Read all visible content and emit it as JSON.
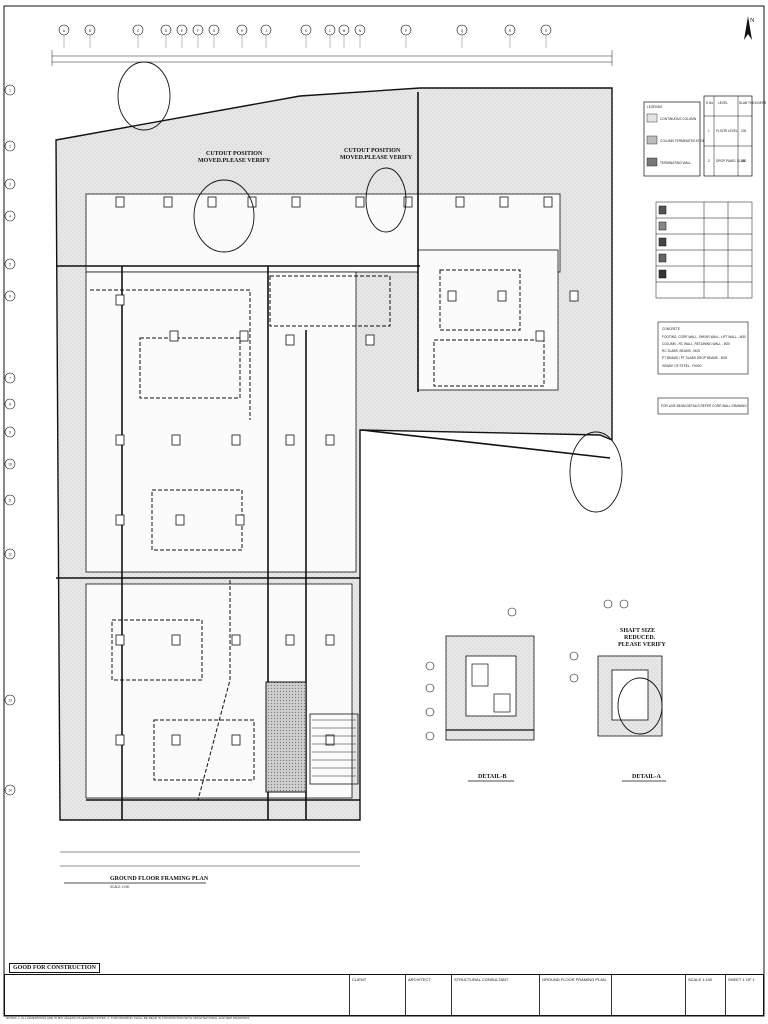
{
  "drawing": {
    "plan_title": "GROUND FLOOR FRAMING PLAN",
    "plan_scale": "SCALE 1:100",
    "stamp": "GOOD FOR CONSTRUCTION",
    "cutout_note_1": [
      "CUTOUT POSITION",
      "MOVED.PLEASE VERIFY"
    ],
    "cutout_note_2": [
      "CUTOUT POSITION",
      "MOVED.PLEASE VERIFY"
    ],
    "shaft_note": [
      "SHAFT SIZE",
      "REDUCED.",
      "PLEASE VERIFY"
    ],
    "detail_b": "DETAIL-B",
    "detail_a": "DETAIL-A",
    "grid_top": [
      "A",
      "B",
      "C",
      "D",
      "E",
      "F",
      "G",
      "H",
      "J",
      "K",
      "L",
      "M",
      "N",
      "P",
      "Q",
      "R",
      "S"
    ],
    "grid_left": [
      "1",
      "2",
      "3",
      "4",
      "5",
      "6",
      "7",
      "8",
      "9",
      "10",
      "11",
      "12",
      "13",
      "14"
    ]
  },
  "legend": {
    "title": "LEGENDS",
    "items": [
      "CONTINUOUS COLUMN",
      "COLUMN TERMINATES AT GROUND LEVEL",
      "TERMINATING WALL"
    ]
  },
  "level_table": {
    "headers": [
      "S.No",
      "LEVEL",
      "SLAB THICKNESS"
    ],
    "rows": [
      [
        "1",
        "FLOOR LEVEL",
        "200"
      ],
      [
        "2",
        "DROP PANEL SLAB",
        "250"
      ]
    ]
  },
  "notes": {
    "title": "CONCRETE",
    "lines": [
      "FOOTING, CORE WALL, SHEAR WALL, LIFT WALL - M30",
      "COLUMN - RC WALL, RETAINING WALL - M25",
      "RC SLABS, BEAMS - M25",
      "PT BEAMS / PT SLABS DROP BEAMS - M25",
      "GRADE OF STEEL - Fe500"
    ]
  },
  "note_box": "FOR LINE BEAM DETAILS REFER CORE WALL DRAWING",
  "title_block": {
    "project": "GROUND FLOOR FRAMING PLAN",
    "client": "CLIENT",
    "architect": "ARCHITECT",
    "structural": "STRUCTURAL CONSULTANT",
    "scale": "SCALE 1:100",
    "sheet": "SHEET 1 OF 1"
  },
  "footer": "NOTES: 1. ALL DIMENSIONS ARE IN MM UNLESS OTHERWISE NOTED. 2. THIS DRAWING SHALL BE READ IN CONJUNCTION WITH ARCHITECTURAL AND MEP DRAWINGS."
}
